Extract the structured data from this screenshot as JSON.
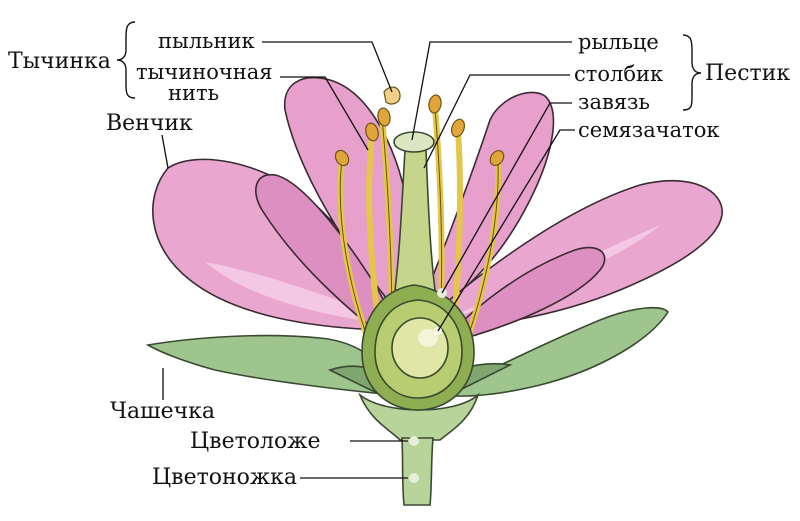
{
  "labels": {
    "stamen": "Тычинка",
    "anther": "пыльник",
    "filament_line1": "тычиночная",
    "filament_line2": "нить",
    "corolla": "Венчик",
    "stigma": "рыльце",
    "style": "столбик",
    "pistil": "Пестик",
    "ovary": "завязь",
    "ovule": "семязачаток",
    "calyx": "Чашечка",
    "receptacle": "Цветоложе",
    "pedicel": "Цветоножка"
  },
  "colors": {
    "petal": "#e9a6cf",
    "petal_inner": "#f4c8e4",
    "petal_stroke": "#3a2a33",
    "sepal": "#9fc58f",
    "sepal_dark": "#7ea66e",
    "receptacle": "#b9d49a",
    "pistil": "#c5d68c",
    "ovary_wall": "#8fae52",
    "ovule": "#e8eeb8",
    "filament": "#e3c64a",
    "anther": "#e0a63a",
    "ink": "#111111"
  }
}
